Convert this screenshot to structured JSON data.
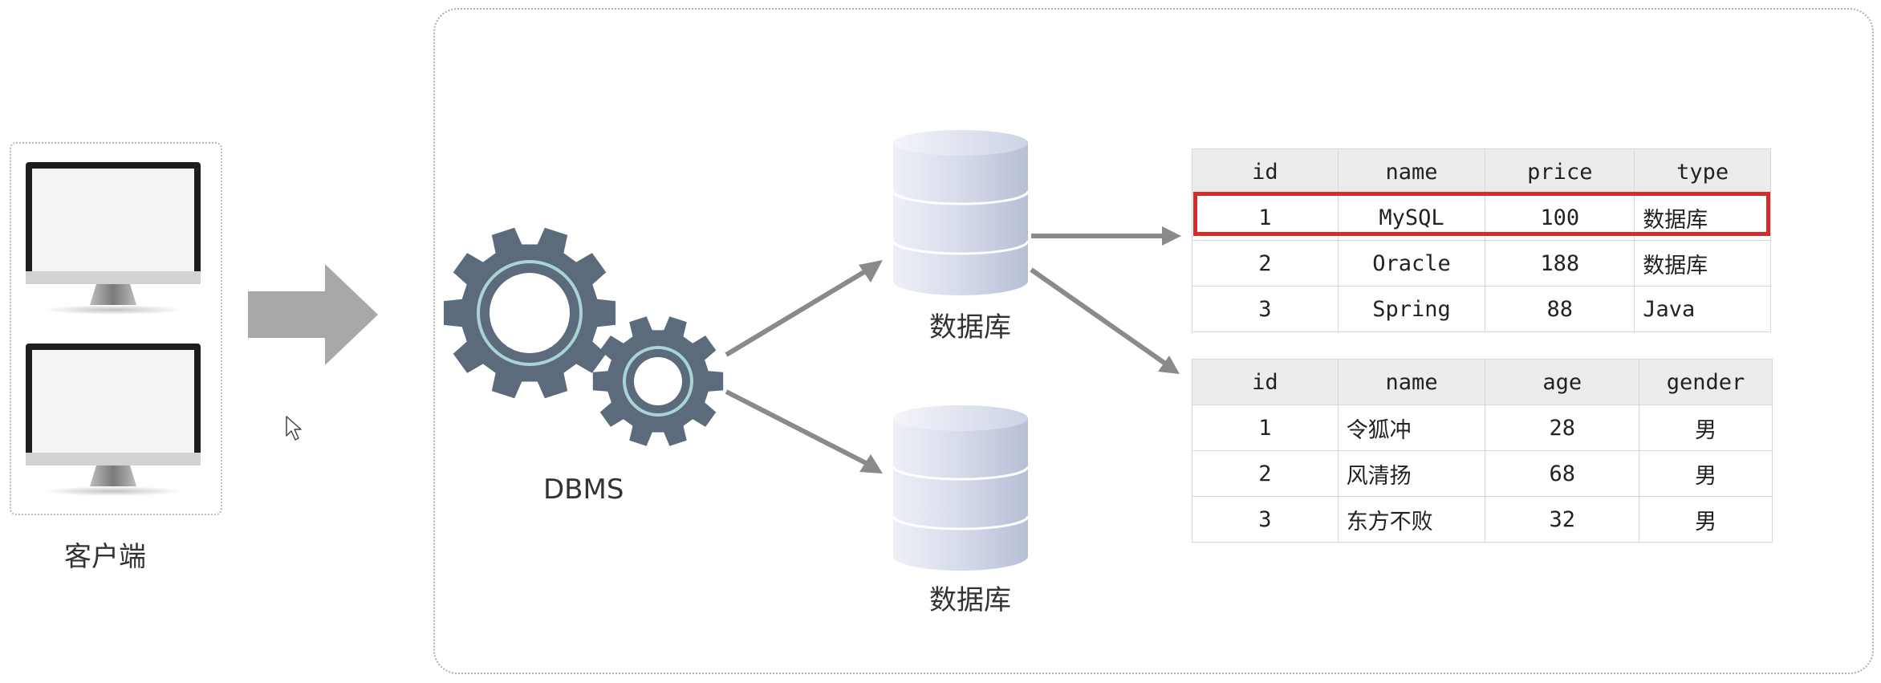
{
  "client": {
    "label": "客户端"
  },
  "dbms": {
    "label": "DBMS"
  },
  "databases": [
    {
      "label": "数据库"
    },
    {
      "label": "数据库"
    }
  ],
  "table1": {
    "headers": [
      "id",
      "name",
      "price",
      "type"
    ],
    "rows": [
      [
        "1",
        "MySQL",
        "100",
        "数据库"
      ],
      [
        "2",
        "Oracle",
        "188",
        "数据库"
      ],
      [
        "3",
        "Spring",
        "88",
        "Java"
      ]
    ],
    "highlighted_row": 1
  },
  "table2": {
    "headers": [
      "id",
      "name",
      "age",
      "gender"
    ],
    "rows": [
      [
        "1",
        "令狐冲",
        "28",
        "男"
      ],
      [
        "2",
        "风清扬",
        "68",
        "男"
      ],
      [
        "3",
        "东方不败",
        "32",
        "男"
      ]
    ]
  },
  "colors": {
    "gear": "#5c6b7b",
    "gear_ring": "#a9d4d6",
    "arrow": "#8a8a8a",
    "big_arrow": "#a8a8a8",
    "highlight": "#d62b26",
    "cylinder": "#c5cbe0"
  }
}
